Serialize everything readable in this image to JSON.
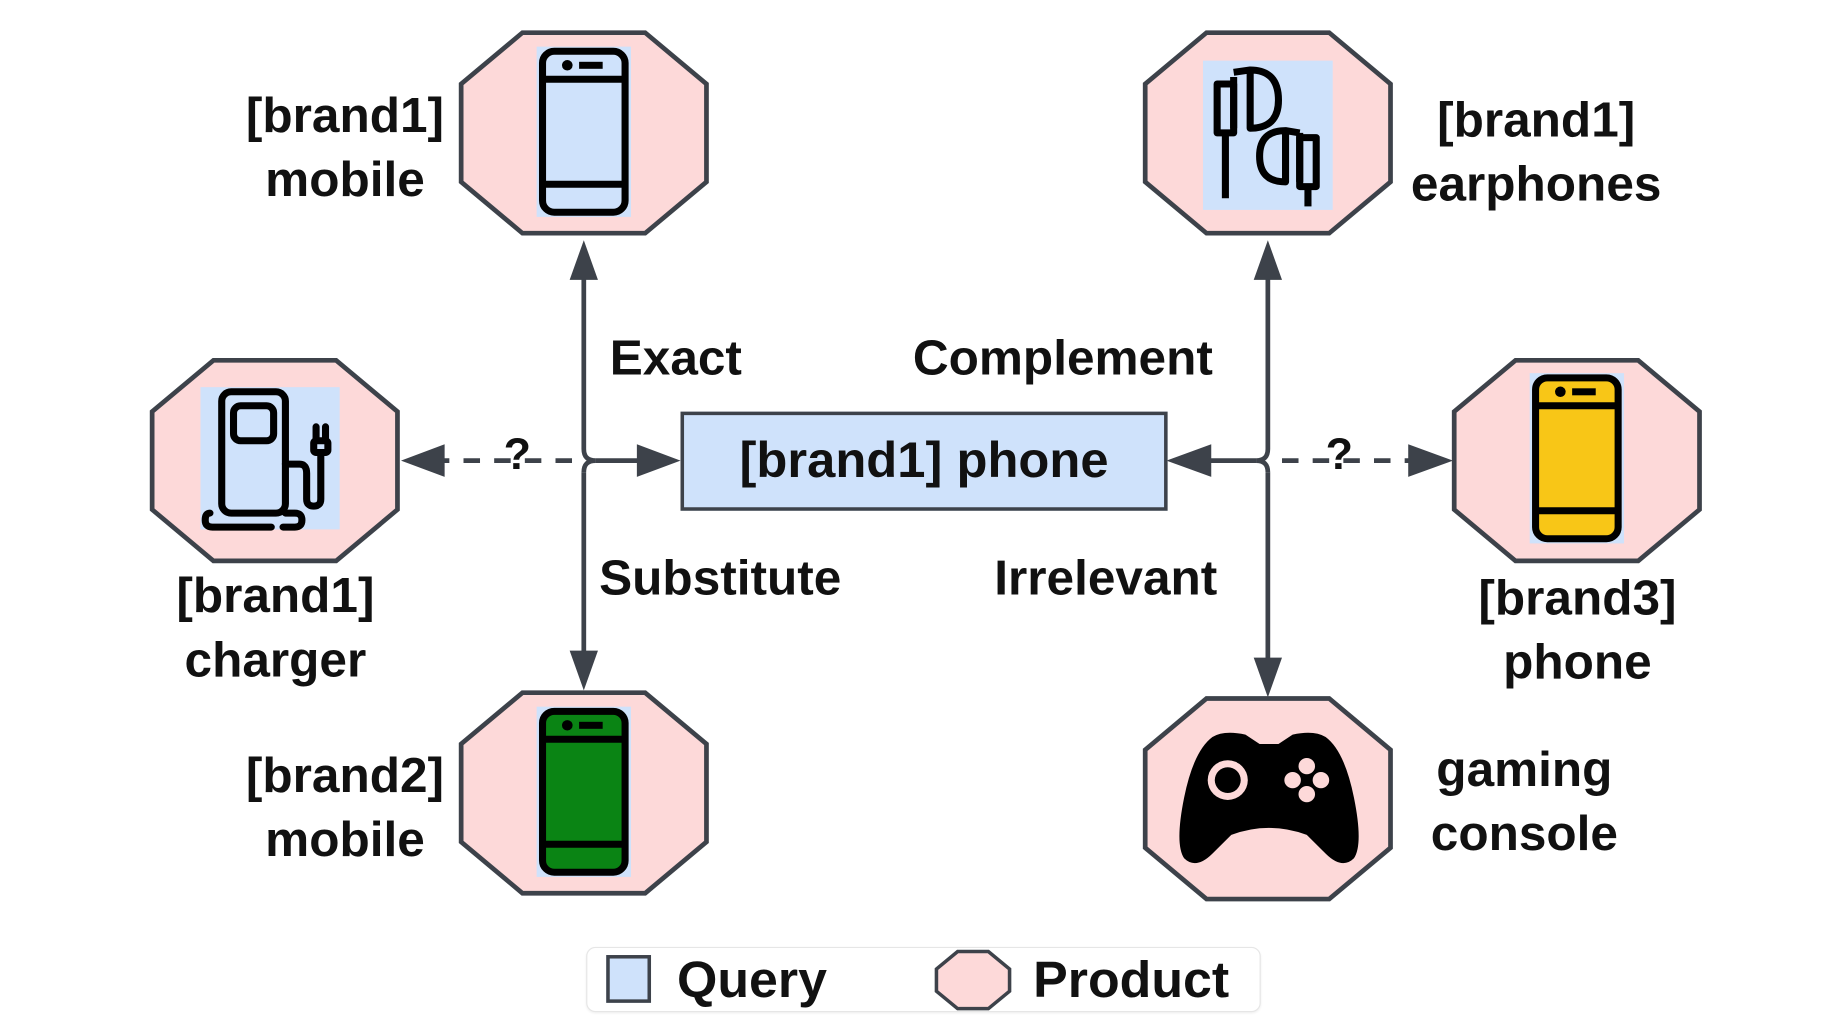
{
  "diagram": {
    "query": {
      "label": "[brand1] phone",
      "fill_color": "#cfe2fb"
    },
    "products": [
      {
        "id": "brand1-mobile",
        "line1": "[brand1]",
        "line2": "mobile",
        "icon": "smartphone-icon",
        "icon_color": "#cfe2fb",
        "relation": "Exact"
      },
      {
        "id": "brand2-mobile",
        "line1": "[brand2]",
        "line2": "mobile",
        "icon": "smartphone-icon",
        "icon_color": "#0a8414",
        "relation": "Substitute"
      },
      {
        "id": "brand1-earphones",
        "line1": "[brand1]",
        "line2": "earphones",
        "icon": "earphones-icon",
        "relation": "Complement"
      },
      {
        "id": "gaming-console",
        "line1": "gaming",
        "line2": "console",
        "icon": "gamepad-icon",
        "relation": "Irrelevant"
      },
      {
        "id": "brand1-charger",
        "line1": "[brand1]",
        "line2": "charger",
        "icon": "ev-charger-icon",
        "relation": "?"
      },
      {
        "id": "brand3-phone",
        "line1": "[brand3]",
        "line2": "phone",
        "icon": "smartphone-icon",
        "icon_color": "#f8c617",
        "relation": "?"
      }
    ],
    "edge_labels": {
      "exact": "Exact",
      "substitute": "Substitute",
      "complement": "Complement",
      "irrelevant": "Irrelevant",
      "unknown_left": "?",
      "unknown_right": "?"
    },
    "colors": {
      "product_fill": "#fdd9d9",
      "query_fill": "#cfe2fb",
      "stroke": "#3d424a",
      "icon_bg": "#cfe2fb"
    }
  },
  "legend": {
    "query_label": "Query",
    "product_label": "Product"
  }
}
